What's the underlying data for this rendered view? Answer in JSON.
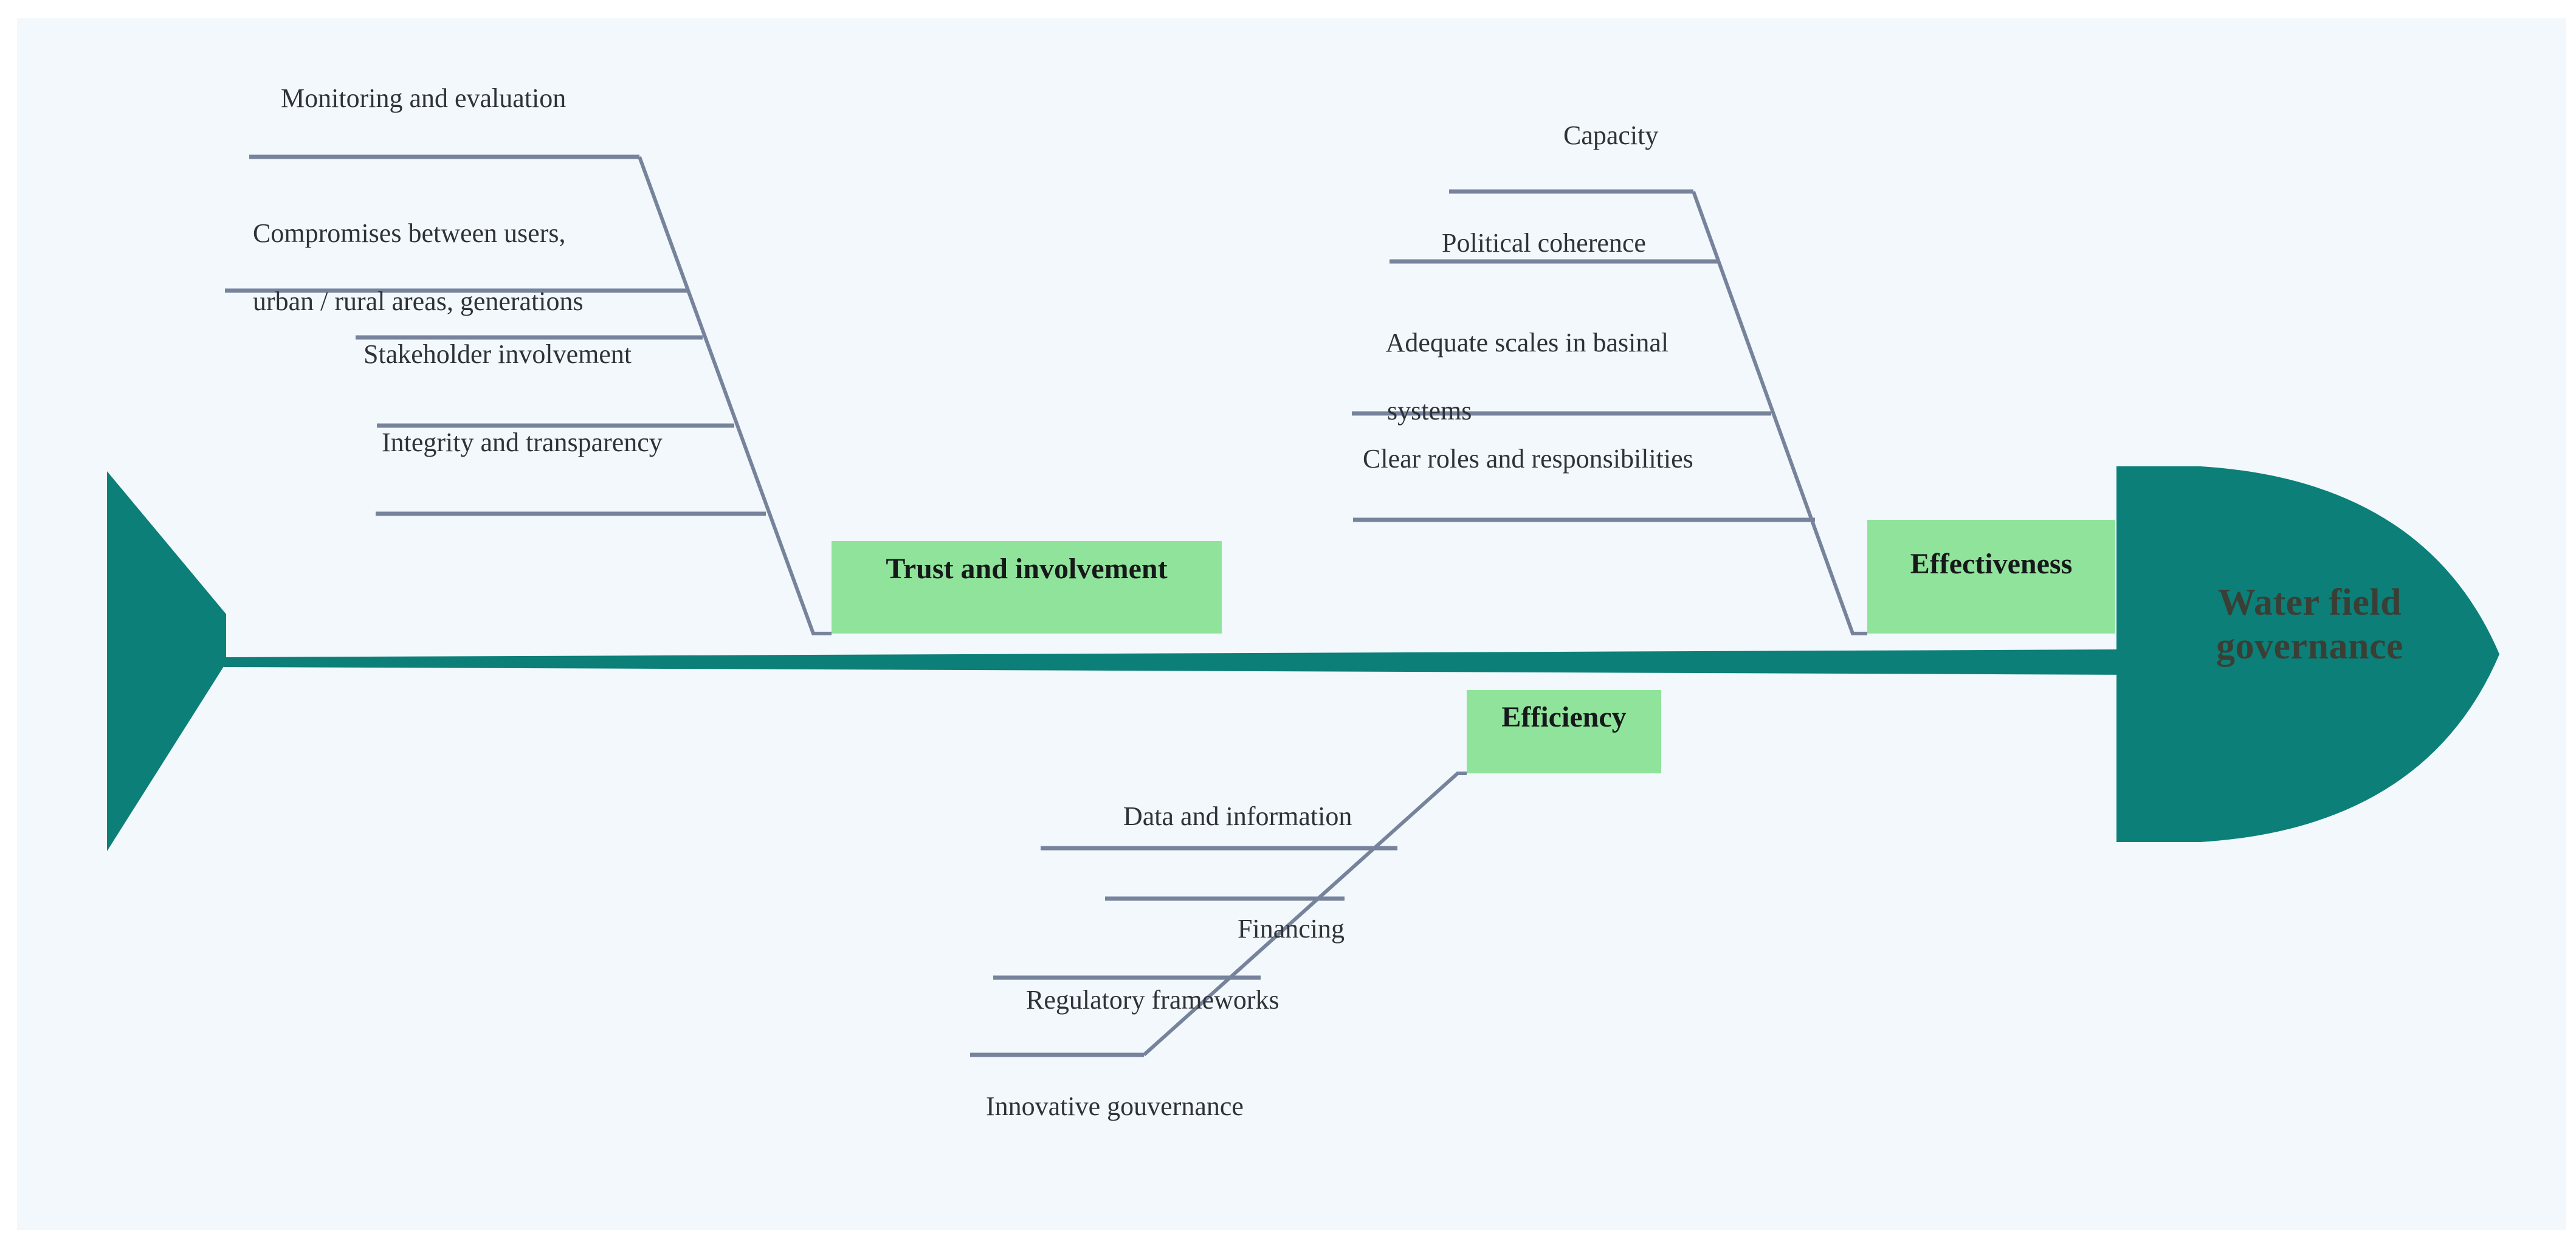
{
  "diagram": {
    "type": "fishbone-ishikawa",
    "title": "Water field governance",
    "background_color": "#f2f8fc",
    "page_color": "#ffffff",
    "spine_color": "#0c7f78",
    "head_color": "#0c7f78",
    "tail_color": "#0c7f78",
    "category_box_color": "#8fe39a",
    "bone_line_color": "#76839b",
    "cause_text_color": "#2f3338",
    "head_text_color": "#3a3f36"
  },
  "head": {
    "label_line1": "Water field",
    "label_line2": "governance"
  },
  "branches": [
    {
      "id": "trust-and-involvement",
      "label": "Trust and involvement",
      "position": "upper-left",
      "causes": [
        "Monitoring and evaluation",
        "Compromises between users,\nurban / rural areas, generations",
        "Stakeholder involvement",
        "Integrity and transparency"
      ]
    },
    {
      "id": "effectiveness",
      "label": "Effectiveness",
      "position": "upper-right",
      "causes": [
        "Capacity",
        "Political coherence",
        "Adequate scales in basinal\nsystems",
        "Clear roles and responsibilities"
      ]
    },
    {
      "id": "efficiency",
      "label": "Efficiency",
      "position": "lower-center",
      "causes": [
        "Data and information",
        "Financing",
        "Regulatory frameworks",
        "Innovative gouvernance"
      ]
    }
  ],
  "causes_flat": {
    "trust_1": "Monitoring and evaluation",
    "trust_2a": "Compromises between users,",
    "trust_2b": "urban / rural areas, generations",
    "trust_3": "Stakeholder involvement",
    "trust_4": "Integrity and transparency",
    "eff_1": "Capacity",
    "eff_2": "Political coherence",
    "eff_3a": "Adequate scales in basinal",
    "eff_3b": "systems",
    "eff_4": "Clear roles and responsibilities",
    "efy_1": "Data and information",
    "efy_2": "Financing",
    "efy_3": "Regulatory frameworks",
    "efy_4": "Innovative gouvernance"
  },
  "labels": {
    "trust": "Trust and involvement",
    "effectiveness": "Effectiveness",
    "efficiency": "Efficiency"
  }
}
